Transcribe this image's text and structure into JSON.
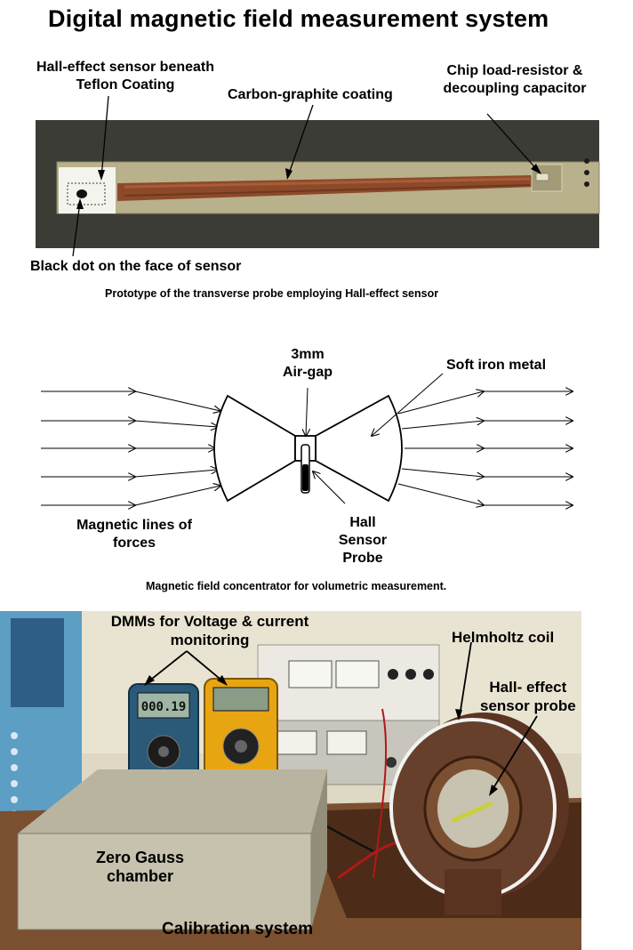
{
  "title": "Digital magnetic field measurement system",
  "probe": {
    "label_sensor": [
      "Hall-effect sensor beneath",
      "Teflon Coating"
    ],
    "label_coating": "Carbon-graphite coating",
    "label_chip": [
      "Chip load-resistor &",
      "decoupling capacitor"
    ],
    "label_dot": "Black dot on the face of sensor",
    "caption": "Prototype of the transverse probe employing Hall-effect sensor"
  },
  "concentrator": {
    "label_airgap": [
      "3mm",
      "Air-gap"
    ],
    "label_iron": "Soft iron metal",
    "label_lines": [
      "Magnetic lines of",
      "forces"
    ],
    "label_probe": [
      "Hall",
      "Sensor",
      "Probe"
    ],
    "caption": "Magnetic field concentrator for volumetric measurement."
  },
  "calibration": {
    "label_dmm": [
      "DMMs for Voltage  &  current",
      "monitoring"
    ],
    "label_helmholtz": "Helmholtz coil",
    "label_probe": [
      "Hall- effect",
      "sensor probe"
    ],
    "label_chamber": [
      "Zero Gauss",
      "chamber"
    ],
    "caption": "Calibration system",
    "dmm_reading": "000.19"
  }
}
